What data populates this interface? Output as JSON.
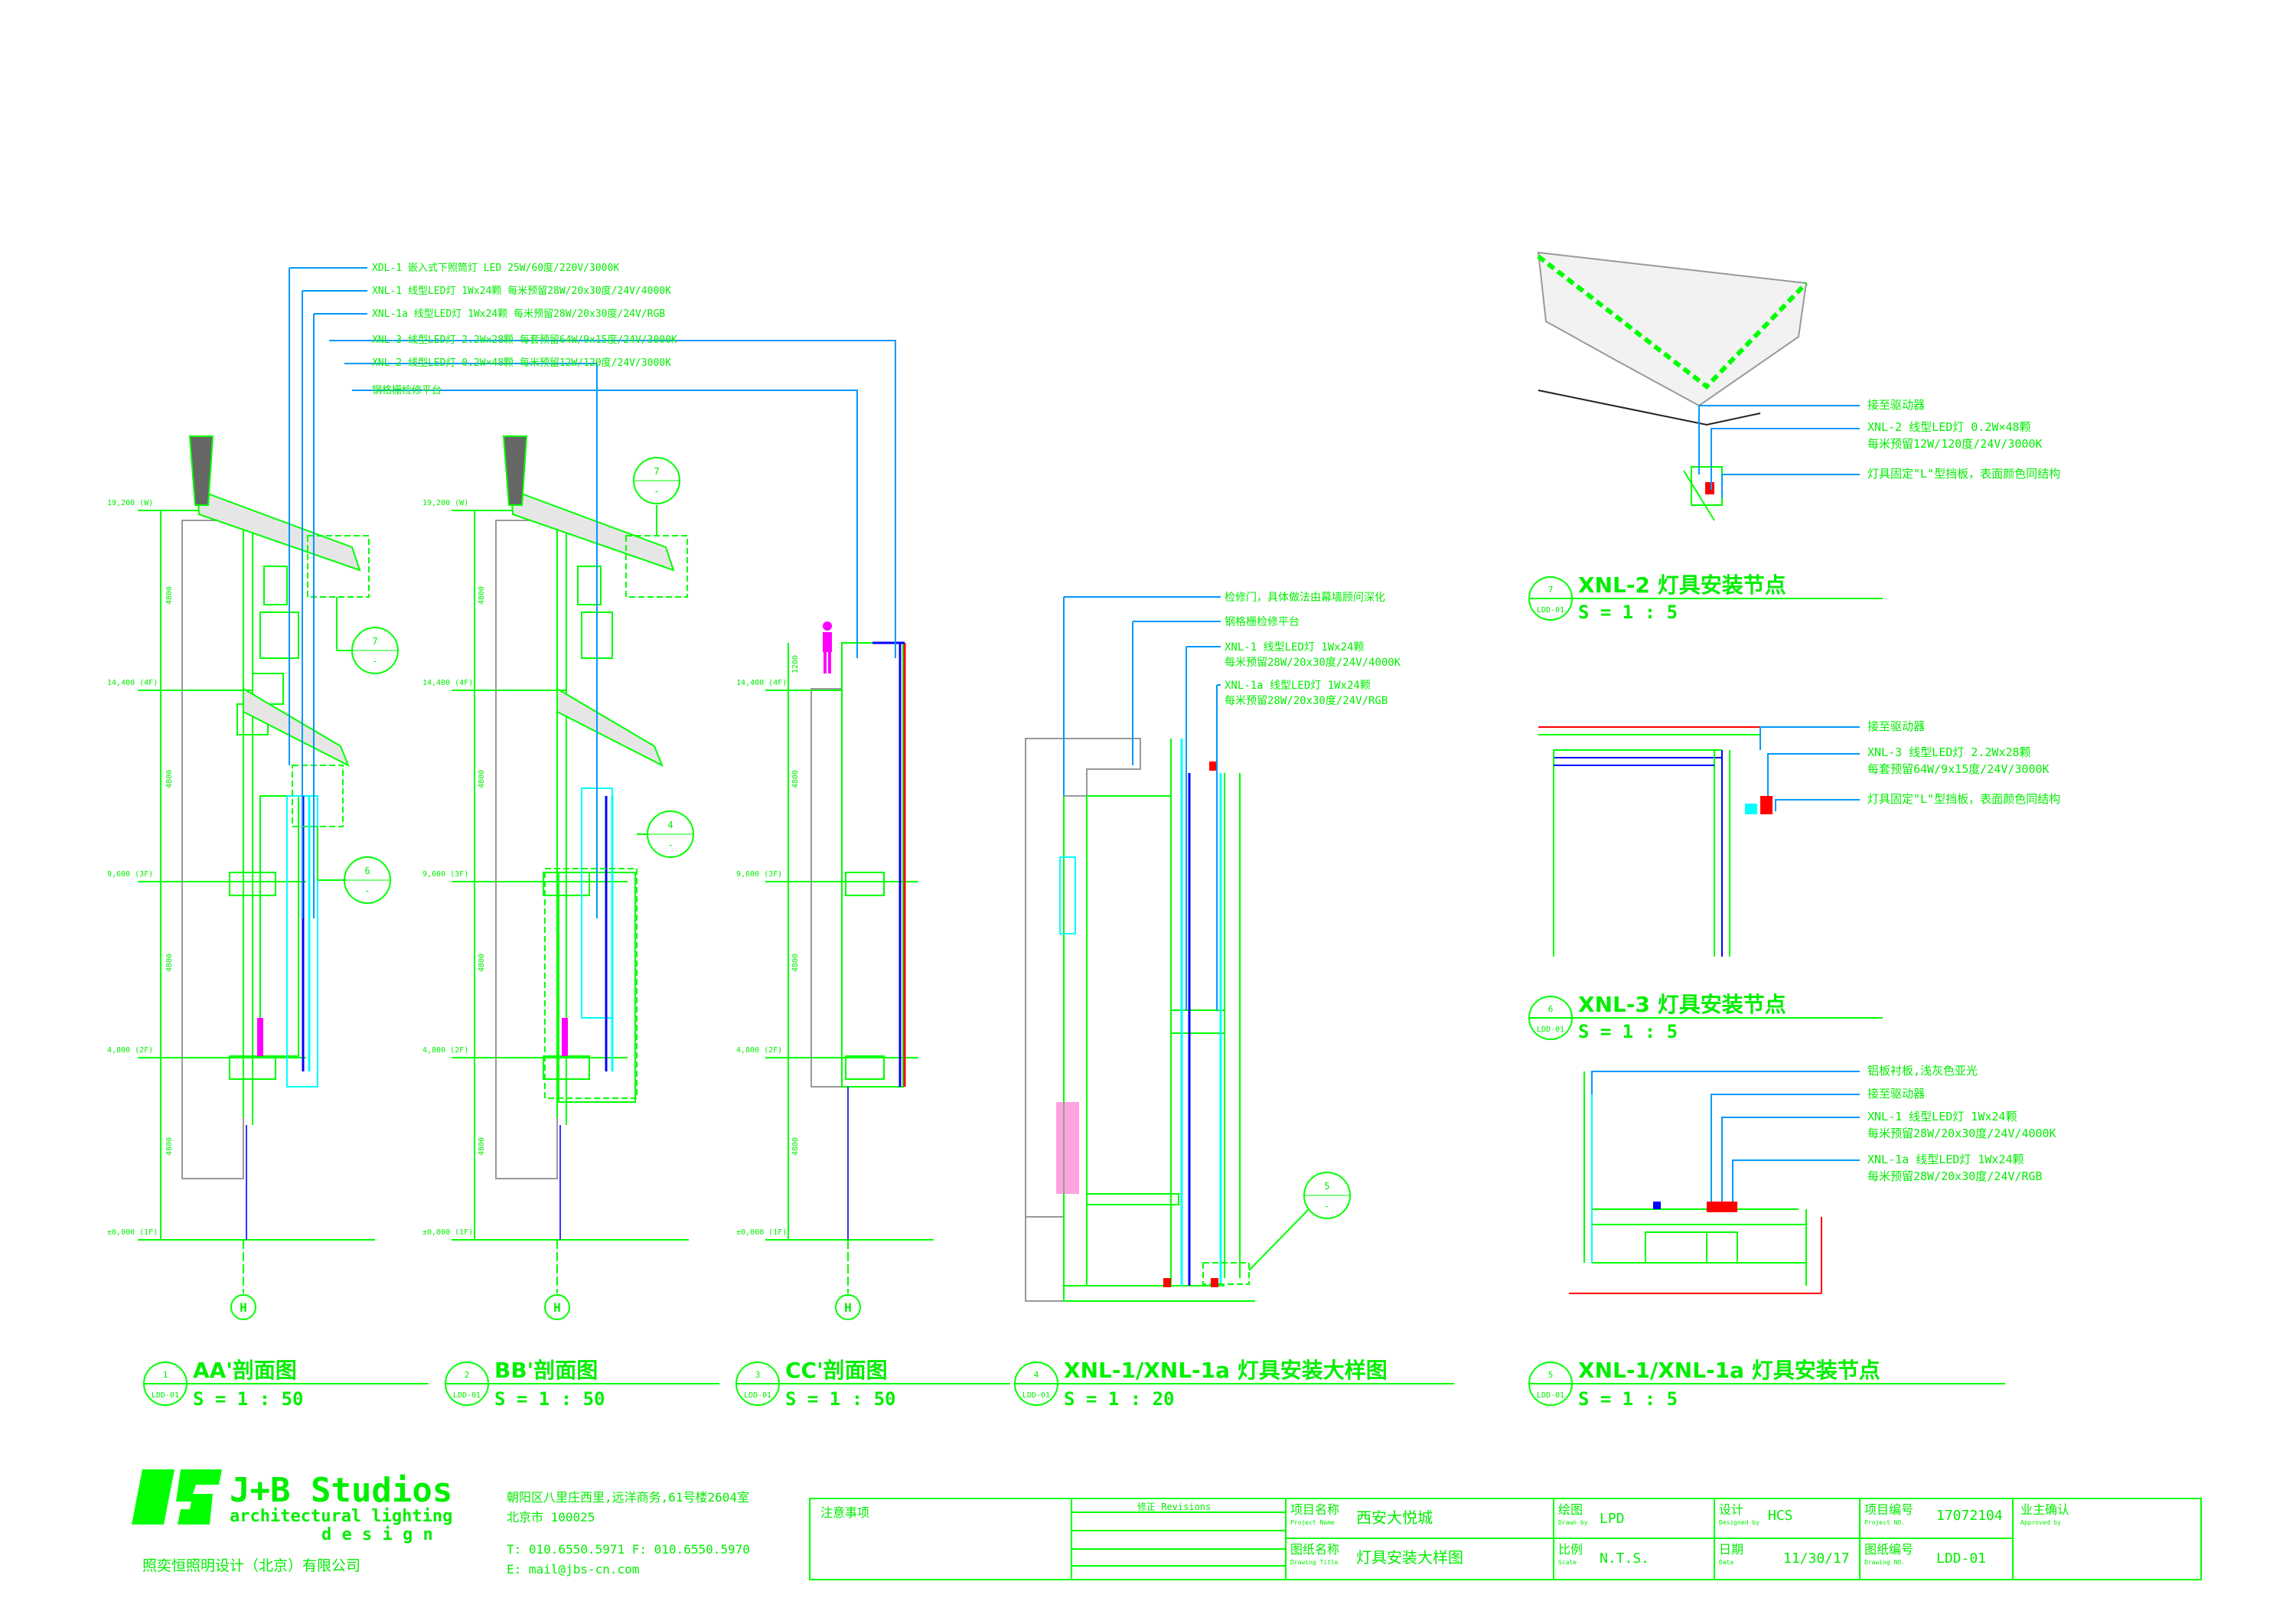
{
  "colors": {
    "primary_line": "#00ff00",
    "leader": "#0099ff",
    "text": "#00ee00",
    "cyan": "#00ffff",
    "blue": "#0000ff",
    "red": "#ff0000",
    "magenta": "#ff00ff",
    "yellow": "#ffff00",
    "gray": "#999999",
    "dark": "#222222"
  },
  "section_aa": {
    "levels": [
      "19,200 (W)",
      "14,400 (4F)",
      "9,600 (3F)",
      "4,800 (2F)",
      "±0,000 (1F)"
    ],
    "dims": [
      "4800",
      "4800",
      "4800",
      "4800"
    ],
    "grid": "H",
    "callout_7": {
      "num": "7",
      "sub": "-"
    },
    "callout_6": {
      "num": "6",
      "sub": "-"
    }
  },
  "section_bb": {
    "levels": [
      "19,200 (W)",
      "14,400 (4F)",
      "9,600 (3F)",
      "4,800 (2F)",
      "±0,000 (1F)"
    ],
    "dims": [
      "4800",
      "4800",
      "4800",
      "4800"
    ],
    "grid": "H",
    "callout_7": {
      "num": "7",
      "sub": "-"
    },
    "callout_4": {
      "num": "4",
      "sub": "-"
    }
  },
  "section_cc": {
    "levels": [
      "14,400 (4F)",
      "9,600 (3F)",
      "4,800 (2F)",
      "±0,000 (1F)"
    ],
    "dims": [
      "1200",
      "4800",
      "4800",
      "4800"
    ],
    "grid": "H"
  },
  "legend": {
    "items": [
      "XDL-1 嵌入式下照筒灯 LED 25W/60度/220V/3000K",
      "XNL-1 线型LED灯 1Wx24颗 每米预留28W/20x30度/24V/4000K",
      "XNL-1a 线型LED灯 1Wx24颗 每米预留28W/20x30度/24V/RGB",
      "XNL-3 线型LED灯 2.2Wx28颗 每套预留64W/9x15度/24V/3000K",
      "XNL-2 线型LED灯 0.2W×48颗 每米预留12W/120度/24V/3000K",
      "钢格栅检修平台"
    ]
  },
  "detail_4": {
    "notes": [
      "检修门，具体做法由幕墙顾问深化",
      "钢格栅检修平台",
      "XNL-1 线型LED灯 1Wx24颗",
      "每米预留28W/20x30度/24V/4000K",
      "XNL-1a 线型LED灯 1Wx24颗",
      "每米预留28W/20x30度/24V/RGB"
    ],
    "callout_5": {
      "num": "5",
      "sub": "-"
    }
  },
  "detail_7": {
    "notes": [
      "接至驱动器",
      "XNL-2 线型LED灯 0.2W×48颗",
      "每米预留12W/120度/24V/3000K",
      "灯具固定\"L\"型挡板，表面颜色同结构"
    ]
  },
  "detail_6": {
    "notes": [
      "接至驱动器",
      "XNL-3 线型LED灯 2.2Wx28颗",
      "每套预留64W/9x15度/24V/3000K",
      "灯具固定\"L\"型挡板，表面颜色同结构"
    ]
  },
  "detail_5": {
    "notes": [
      "铝板衬板,浅灰色亚光",
      "接至驱动器",
      "XNL-1 线型LED灯 1Wx24颗",
      "每米预留28W/20x30度/24V/4000K",
      "XNL-1a 线型LED灯 1Wx24颗",
      "每米预留28W/20x30度/24V/RGB"
    ]
  },
  "titles": [
    {
      "num": "1",
      "sheet": "LDD-01",
      "name": "AA'剖面图",
      "scale": "S = 1 : 50"
    },
    {
      "num": "2",
      "sheet": "LDD-01",
      "name": "BB'剖面图",
      "scale": "S = 1 : 50"
    },
    {
      "num": "3",
      "sheet": "LDD-01",
      "name": "CC'剖面图",
      "scale": "S = 1 : 50"
    },
    {
      "num": "4",
      "sheet": "LDD-01",
      "name": "XNL-1/XNL-1a 灯具安装大样图",
      "scale": "S = 1 : 20"
    },
    {
      "num": "5",
      "sheet": "LDD-01",
      "name": "XNL-1/XNL-1a 灯具安装节点",
      "scale": "S = 1 : 5"
    },
    {
      "num": "7",
      "sheet": "LDD-01",
      "name": "XNL-2 灯具安装节点",
      "scale": "S = 1 : 5"
    },
    {
      "num": "6",
      "sheet": "LDD-01",
      "name": "XNL-3 灯具安装节点",
      "scale": "S = 1 : 5"
    }
  ],
  "title_block": {
    "logo_text": "J+B Studios",
    "logo_sub1": "architectural lighting",
    "logo_sub2": "d e s i g n",
    "company_cn": "照奕恒照明设计（北京）有限公司",
    "address1": "朝阳区八里庄西里,远洋商务,61号楼2604室",
    "address2": "北京市 100025",
    "phone": "T: 010.6550.5971    F: 010.6550.5970",
    "email": "E: mail@jbs-cn.com",
    "notes_label": "注意事项",
    "revisions_label": "修正 Revisions",
    "project_name_label": "项目名称",
    "project_name_en": "Project Name",
    "project_name": "西安大悦城",
    "drawing_title_label": "图纸名称",
    "drawing_title_en": "Drawing Title",
    "drawing_title": "灯具安装大样图",
    "drawn_label": "绘图",
    "drawn_en": "Drawn by",
    "drawn_by": "LPD",
    "scale_label": "比例",
    "scale_en": "Scale",
    "scale": "N.T.S.",
    "designed_label": "设计",
    "designed_en": "Designed by",
    "designed_by": "HCS",
    "date_label": "日期",
    "date_en": "Date",
    "date": "11/30/17",
    "project_no_label": "项目编号",
    "project_no_en": "Project NO.",
    "project_no": "17072104",
    "drawing_no_label": "图纸编号",
    "drawing_no_en": "Drawing NO.",
    "drawing_no": "LDD-01",
    "approved_label": "业主确认",
    "approved_en": "Approved by"
  }
}
